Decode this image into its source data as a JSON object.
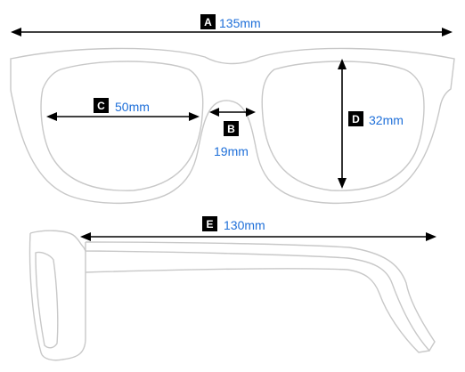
{
  "colors": {
    "value_text": "#1e6fd9",
    "outline": "#c8c8c8",
    "arrow": "#000000",
    "badge_bg": "#000000",
    "badge_text": "#ffffff"
  },
  "measurements": [
    {
      "id": "A",
      "label": "A",
      "value": "135mm"
    },
    {
      "id": "B",
      "label": "B",
      "value": "19mm"
    },
    {
      "id": "C",
      "label": "C",
      "value": "50mm"
    },
    {
      "id": "D",
      "label": "D",
      "value": "32mm"
    },
    {
      "id": "E",
      "label": "E",
      "value": "130mm"
    }
  ]
}
